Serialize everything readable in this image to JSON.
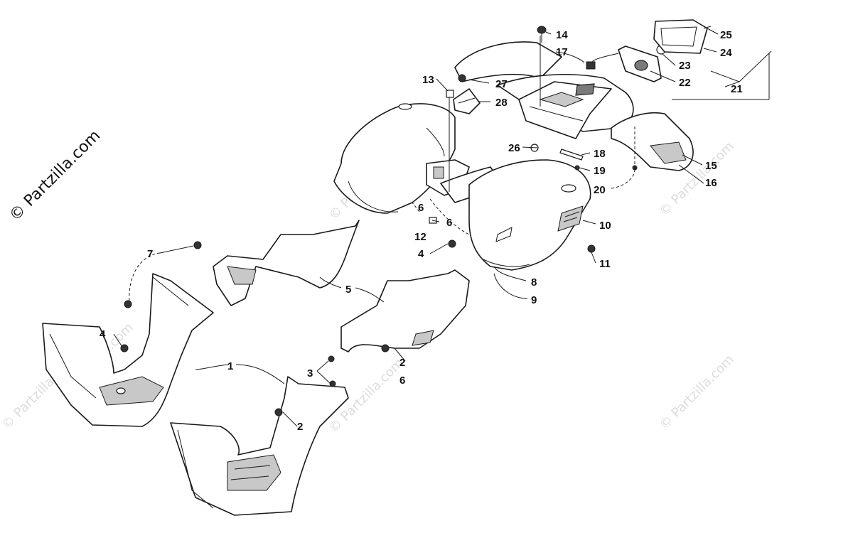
{
  "watermark": {
    "main_text": "© Partzilla.com",
    "faint_text": "© Partzilla.com"
  },
  "callouts": [
    {
      "id": "1",
      "label": "1"
    },
    {
      "id": "2a",
      "label": "2"
    },
    {
      "id": "2b",
      "label": "2"
    },
    {
      "id": "3",
      "label": "3"
    },
    {
      "id": "4a",
      "label": "4"
    },
    {
      "id": "4b",
      "label": "4"
    },
    {
      "id": "5",
      "label": "5"
    },
    {
      "id": "6a",
      "label": "6"
    },
    {
      "id": "6b",
      "label": "6"
    },
    {
      "id": "6c",
      "label": "6"
    },
    {
      "id": "7",
      "label": "7"
    },
    {
      "id": "8",
      "label": "8"
    },
    {
      "id": "9",
      "label": "9"
    },
    {
      "id": "10",
      "label": "10"
    },
    {
      "id": "11",
      "label": "11"
    },
    {
      "id": "12",
      "label": "12"
    },
    {
      "id": "13",
      "label": "13"
    },
    {
      "id": "14",
      "label": "14"
    },
    {
      "id": "15",
      "label": "15"
    },
    {
      "id": "16",
      "label": "16"
    },
    {
      "id": "17",
      "label": "17"
    },
    {
      "id": "18",
      "label": "18"
    },
    {
      "id": "19",
      "label": "19"
    },
    {
      "id": "20",
      "label": "20"
    },
    {
      "id": "21",
      "label": "21"
    },
    {
      "id": "22",
      "label": "22"
    },
    {
      "id": "23",
      "label": "23"
    },
    {
      "id": "24",
      "label": "24"
    },
    {
      "id": "25",
      "label": "25"
    },
    {
      "id": "26",
      "label": "26"
    },
    {
      "id": "27",
      "label": "27"
    },
    {
      "id": "28",
      "label": "28"
    }
  ],
  "colors": {
    "line": "#1a1a1a",
    "background": "#ffffff",
    "watermark": "#dcdcdc"
  }
}
